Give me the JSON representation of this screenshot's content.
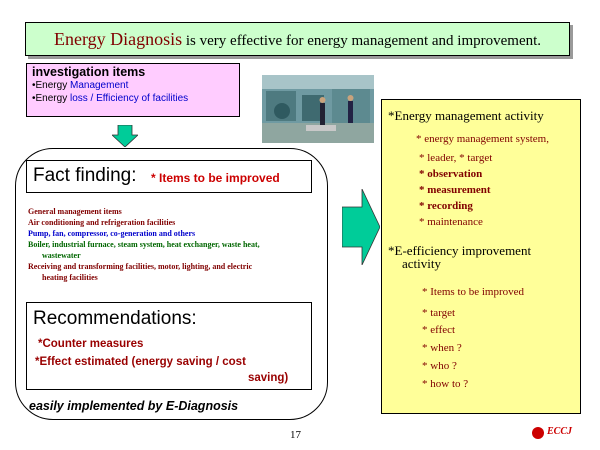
{
  "title": {
    "lead": "Energy Diagnosis",
    "rest": " is very effective for energy management and improvement."
  },
  "investigation": {
    "heading": "investigation  items",
    "item1_a": "Energy ",
    "item1_b": "Management",
    "item2_a": "Energy ",
    "item2_b": "loss / Efficiency of facilities"
  },
  "fact": {
    "title": "Fact finding:",
    "subtitle": "* Items to be improved"
  },
  "general_list": [
    {
      "text": "General management  items",
      "color": "#800000"
    },
    {
      "text": "Air conditioning and refrigeration facilities",
      "color": "#800000"
    },
    {
      "text": "Pump, fan, compressor, co-generation and others",
      "color": "#0000cc"
    },
    {
      "text": "Boiler, industrial furnace, steam system, heat exchanger,  waste heat,",
      "color": "#006600"
    },
    {
      "text": "wastewater",
      "color": "#006600"
    },
    {
      "text": "Receiving and transforming facilities, motor, lighting, and electric",
      "color": "#800000"
    },
    {
      "text": "heating facilities",
      "color": "#800000"
    }
  ],
  "recommendations": {
    "title": "Recommendations:",
    "line1": "*Counter measures",
    "line2": "*Effect estimated (energy saving / cost",
    "line3": "saving)"
  },
  "footer_note": "easily implemented by E-Diagnosis",
  "right_box": {
    "heading1": "*Energy management activity",
    "items1": [
      {
        "text": "* energy management system,",
        "bold": false
      },
      {
        "text": "* leader, * target",
        "bold": false
      },
      {
        "text": "* observation",
        "bold": true
      },
      {
        "text": "* measurement",
        "bold": true
      },
      {
        "text": "* recording",
        "bold": true
      },
      {
        "text": "* maintenance",
        "bold": false
      }
    ],
    "heading2a": "*E-efficiency improvement",
    "heading2b": "activity",
    "items2": [
      "* Items to be improved",
      "* target",
      "* effect",
      "* when ?",
      "* who ?",
      "* how to ?"
    ]
  },
  "page_number": "17",
  "logo_text": "ECCJ",
  "colors": {
    "title_bg": "#ccffcc",
    "invest_bg": "#ffccff",
    "right_bg": "#ffff99",
    "arrow": "#00cc99",
    "accent_red": "#cc0000",
    "maroon": "#800000"
  }
}
